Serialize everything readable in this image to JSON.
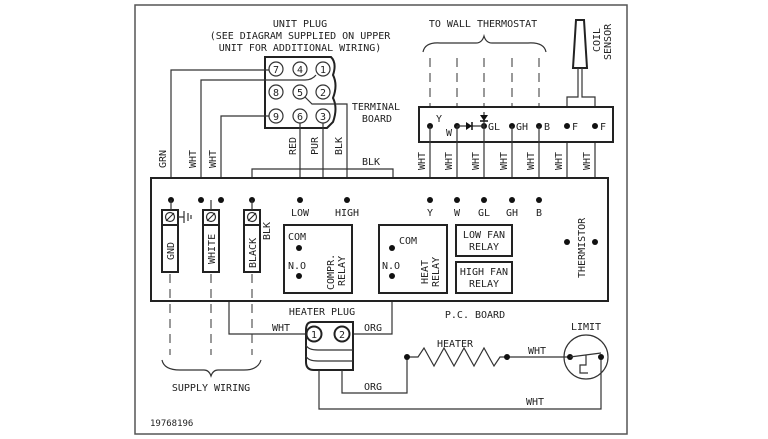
{
  "diagram": {
    "unit_plug": {
      "title": "UNIT PLUG",
      "note_line1": "(SEE DIAGRAM SUPPLIED ON UPPER",
      "note_line2": "UNIT FOR ADDITIONAL WIRING)",
      "pins": [
        "7",
        "4",
        "1",
        "8",
        "5",
        "2",
        "9",
        "6",
        "3"
      ]
    },
    "thermostat_label": "TO WALL THERMOSTAT",
    "coil_sensor_label_1": "COIL",
    "coil_sensor_label_2": "SENSOR",
    "terminal_board": {
      "label_1": "TERMINAL",
      "label_2": "BOARD",
      "terminals": [
        "Y",
        "W",
        "GL",
        "GH",
        "B",
        "F",
        "F"
      ]
    },
    "wire_labels": {
      "grn": "GRN",
      "wht": "WHT",
      "red": "RED",
      "pur": "PUR",
      "blk": "BLK",
      "org": "ORG"
    },
    "pc_board": {
      "label": "P.C. BOARD",
      "connections": [
        "LOW",
        "HIGH",
        "Y",
        "W",
        "GL",
        "GH",
        "B"
      ],
      "terminals": [
        "GND",
        "WHITE",
        "BLACK"
      ],
      "compr_relay": {
        "com": "COM",
        "no": "N.O",
        "label_1": "COMPR.",
        "label_2": "RELAY"
      },
      "heat_relay": {
        "com": "COM",
        "no": "N.O",
        "label_1": "HEAT",
        "label_2": "RELAY"
      },
      "low_fan_relay": {
        "label_1": "LOW FAN",
        "label_2": "RELAY"
      },
      "high_fan_relay": {
        "label_1": "HIGH FAN",
        "label_2": "RELAY"
      },
      "thermistor": "THERMISTOR"
    },
    "heater_plug": {
      "label": "HEATER PLUG",
      "pins": [
        "1",
        "2"
      ]
    },
    "heater_label": "HEATER",
    "limit_label": "LIMIT",
    "supply_wiring_label": "SUPPLY WIRING",
    "diagram_number": "19768196"
  }
}
